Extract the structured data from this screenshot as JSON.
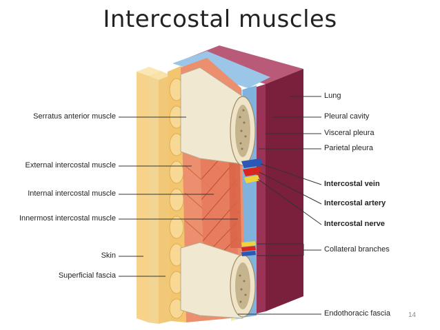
{
  "slide": {
    "title": "Intercostal muscles",
    "page_number": "14"
  },
  "labels_left": [
    "Serratus anterior muscle",
    "External intercostal muscle",
    "Internal intercostal muscle",
    "Innermost intercostal muscle",
    "Skin",
    "Superficial fascia"
  ],
  "labels_right": [
    "Lung",
    "Pleural cavity",
    "Visceral pleura",
    "Parietal pleura",
    "Intercostal vein",
    "Intercostal artery",
    "Intercostal nerve",
    "Collateral branches",
    "Endothoracic fascia"
  ],
  "colors": {
    "skin": "#f6d28a",
    "muscle": "#e9876a",
    "rib": "#ede4cf",
    "lung": "#8e2c4c",
    "pleura": "#7fb2dc",
    "vein": "#2b57b5",
    "artery": "#d6261f",
    "nerve": "#f2d23a"
  }
}
